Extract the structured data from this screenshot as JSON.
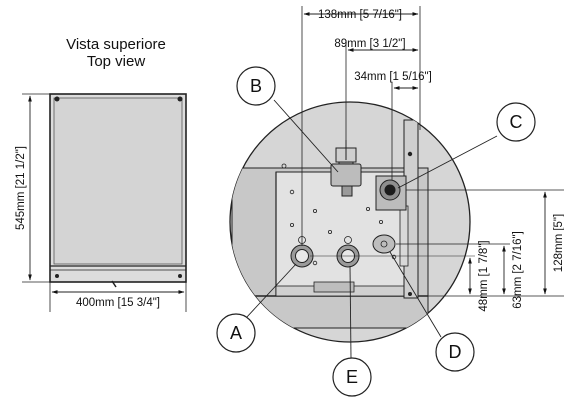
{
  "top_view": {
    "title_it": "Vista superiore",
    "title_en": "Top view",
    "height_dim": "545mm [21 1/2\"]",
    "width_dim": "400mm [15 3/4\"]"
  },
  "detail_dims": {
    "d138": "138mm [5 7/16\"]",
    "d89": "89mm [3 1/2\"]",
    "d34": "34mm [1 5/16\"]",
    "d128": "128mm [5\"]",
    "d63": "63mm [2 7/16\"]",
    "d48": "48mm [1 7/8\"]"
  },
  "callouts": {
    "A": "A",
    "B": "B",
    "C": "C",
    "D": "D",
    "E": "E"
  }
}
